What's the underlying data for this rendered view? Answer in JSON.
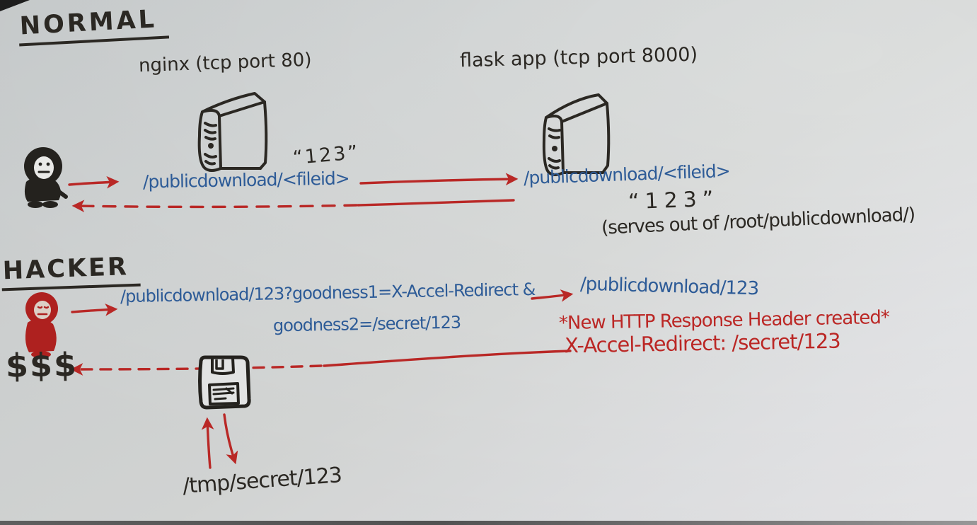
{
  "colors": {
    "ink-black": "#2b2823",
    "ink-blue": "#2d5b97",
    "ink-red": "#bb2725",
    "paper": "#dcdedd"
  },
  "icons": {
    "client": "hooded-user-icon",
    "hacker": "hooded-user-red-icon",
    "nginx_server": "server-tower-icon",
    "flask_server": "server-tower-icon",
    "storage": "floppy-disk-icon",
    "arrows": "red-hand-drawn-arrows"
  },
  "normal": {
    "heading": "NORMAL",
    "nginx_label": "nginx (tcp port 80)",
    "flask_label": "flask app (tcp port 8000)",
    "client_request_path": "/publicdownload/<fileid>",
    "file_contents": "“123”",
    "upstream_request_path": "/publicdownload/<fileid>",
    "upstream_response": "“123”",
    "serves_note": "(serves out of /root/publicdownload/)"
  },
  "hacker": {
    "heading": "HACKER",
    "request_line1": "/publicdownload/123?goodness1=X-Accel-Redirect &",
    "request_line2": "goodness2=/secret/123",
    "forwarded_path": "/publicdownload/123",
    "note_line1": "*New HTTP Response Header created*",
    "note_line2": "X-Accel-Redirect: /secret/123",
    "money": "$$$",
    "secret_file": "/tmp/secret/123"
  }
}
